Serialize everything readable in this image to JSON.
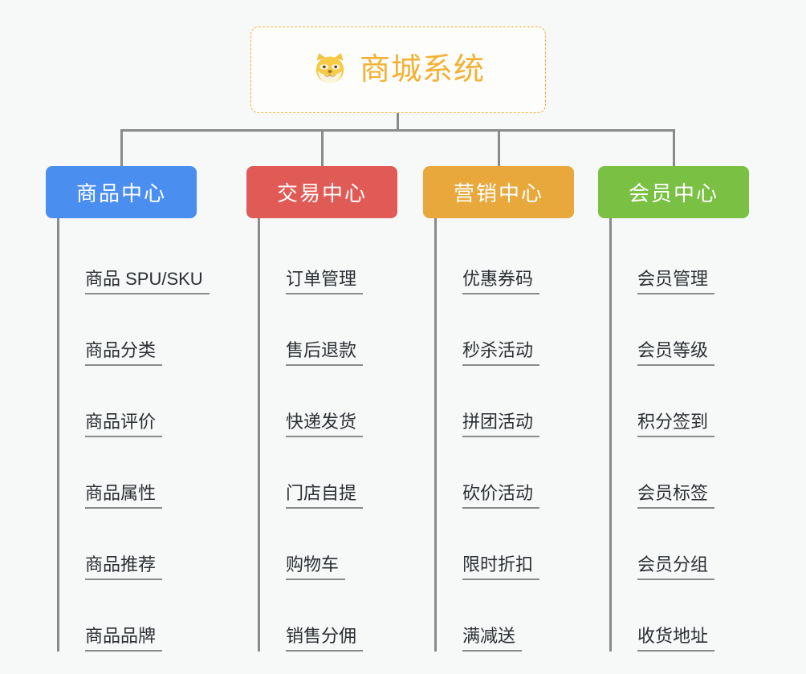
{
  "page": {
    "background_color": "#f7f8f8",
    "line_color": "#8a8a8a",
    "text_color": "#2b2f33"
  },
  "root": {
    "title": "商城系统",
    "icon": "shiba-dog-face-emoji",
    "accent_color": "#f2b134",
    "border_style": "dashed"
  },
  "columns": [
    {
      "header": "商品中心",
      "color": "#4a8ef0",
      "items": [
        "商品 SPU/SKU",
        "商品分类",
        "商品评价",
        "商品属性",
        "商品推荐",
        "商品品牌"
      ]
    },
    {
      "header": "交易中心",
      "color": "#e15b56",
      "items": [
        "订单管理",
        "售后退款",
        "快递发货",
        "门店自提",
        "购物车",
        "销售分佣"
      ]
    },
    {
      "header": "营销中心",
      "color": "#e9a83c",
      "items": [
        "优惠券码",
        "秒杀活动",
        "拼团活动",
        "砍价活动",
        "限时折扣",
        "满减送"
      ]
    },
    {
      "header": "会员中心",
      "color": "#79c043",
      "items": [
        "会员管理",
        "会员等级",
        "积分签到",
        "会员标签",
        "会员分组",
        "收货地址"
      ]
    }
  ]
}
